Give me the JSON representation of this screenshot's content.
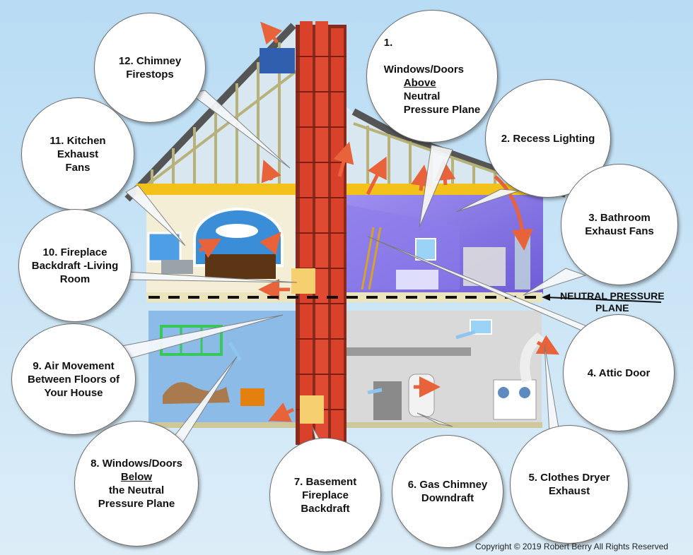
{
  "callouts": {
    "c1": {
      "num": "1.",
      "l1": "Windows/Doors",
      "l2a": "Above",
      "l2b": " Neutral",
      "l3": "Pressure Plane"
    },
    "c2": "2. Recess Lighting",
    "c3": {
      "l1": "3. Bathroom",
      "l2": "Exhaust Fans"
    },
    "c4": "4. Attic Door",
    "c5": {
      "l1": "5. Clothes Dryer",
      "l2": "Exhaust"
    },
    "c6": {
      "l1": "6. Gas Chimney",
      "l2": "Downdraft"
    },
    "c7": {
      "l1": "7. Basement",
      "l2": "Fireplace",
      "l3": "Backdraft"
    },
    "c8": {
      "l1": "8. Windows/Doors",
      "l2a": "Below",
      "l2b": " the Neutral",
      "l3": "Pressure Plane"
    },
    "c9": {
      "l1": "9.  Air Movement",
      "l2": "Between Floors of",
      "l3": "Your House"
    },
    "c10": {
      "l1": "10. Fireplace",
      "l2": "Backdraft -Living",
      "l3": "Room"
    },
    "c11": {
      "l1": "11. Kitchen Exhaust",
      "l2": "Fans"
    },
    "c12": {
      "l1": "12. Chimney",
      "l2": "Firestops"
    }
  },
  "neutral_plane": {
    "l1": "NEUTRAL PRESSURE",
    "l2": "PLANE"
  },
  "copyright": "Copyright © 2019 Robert Berry  All Rights Reserved",
  "colors": {
    "background": "#cfe6f6",
    "brick": "#d9412b",
    "attic_insulation": "#f2c21a",
    "upper_room_purple": "#7f6fe0",
    "basement_blue": "#8bbbe6",
    "arrow_orange": "#e8623a"
  }
}
